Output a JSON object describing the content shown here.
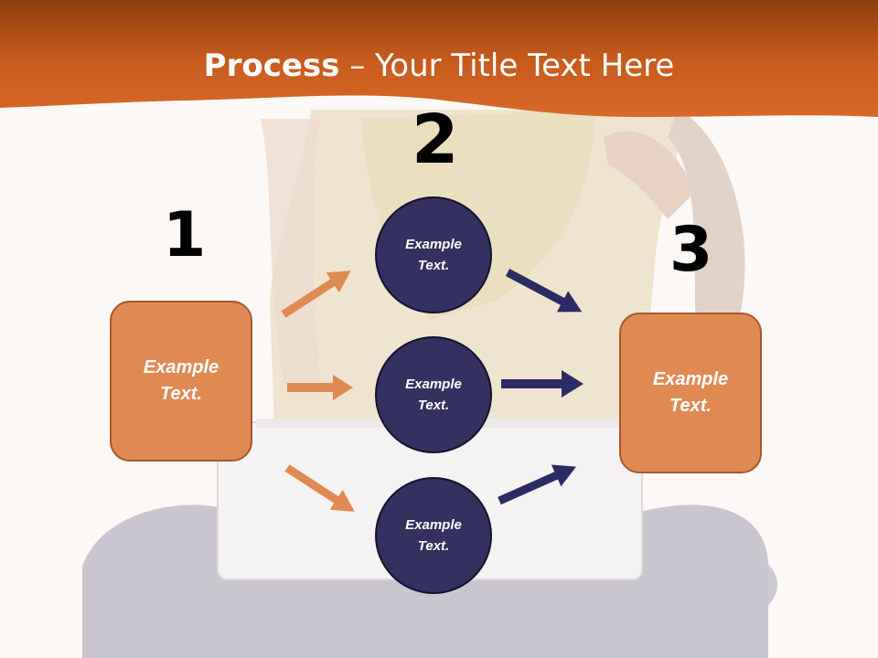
{
  "title": {
    "bold": "Process",
    "dash": " – ",
    "rest": "Your Title Text Here"
  },
  "steps": [
    {
      "number": "1",
      "line1": "Example",
      "line2": "Text."
    },
    {
      "number": "2",
      "line1": "Example",
      "line2": "Text."
    },
    {
      "number": "3",
      "line1": "Example",
      "line2": "Text."
    }
  ],
  "circles": [
    {
      "line1": "Example",
      "line2": "Text."
    },
    {
      "line1": "Example",
      "line2": "Text."
    },
    {
      "line1": "Example",
      "line2": "Text."
    }
  ],
  "colors": {
    "header": "#cf6220",
    "box_fill": "#e08a53",
    "circle_fill": "#34305f",
    "arrow_orange": "#e08a53",
    "arrow_navy": "#2d2b63"
  }
}
